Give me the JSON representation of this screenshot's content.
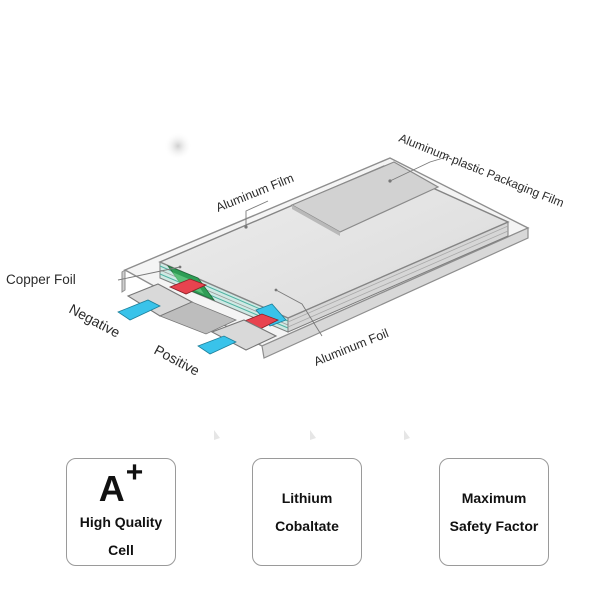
{
  "labels": {
    "aluminum_film": "Aluminum Film",
    "packaging_film": "Aluminum-plastic Packaging Film",
    "copper_foil": "Copper Foil",
    "negative": "Negative",
    "positive": "Positive",
    "aluminum_foil": "Aluminum Foil"
  },
  "cards": [
    {
      "grade": "A",
      "grade_mark": "+",
      "line1": "High Quality",
      "line2": "Cell"
    },
    {
      "line1": "Lithium",
      "line2": "Cobaltate"
    },
    {
      "line1": "Maximum",
      "line2": "Safety Factor"
    }
  ],
  "colors": {
    "tab_blue": "#39c3ea",
    "cell_green": "#2e9d55",
    "contact_red": "#e8434f",
    "film_gray": "#dcdcdc",
    "accent_teal": "#6fd2c4"
  }
}
